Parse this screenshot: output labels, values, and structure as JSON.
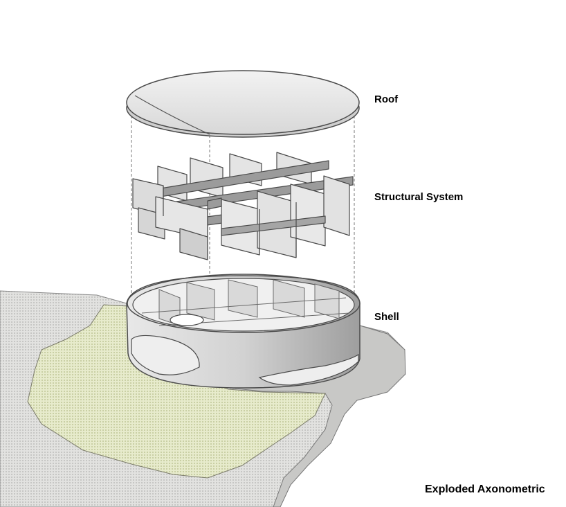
{
  "labels": {
    "roof": "Roof",
    "structural_system": "Structural System",
    "shell": "Shell",
    "title": "Exploded Axonometric"
  },
  "colors": {
    "ground": "#d9d9d7",
    "landscape": "#dfe4c3",
    "pavement": "#c7c7c5",
    "roof_fill": "#ececec",
    "panel_light": "#e2e2e2",
    "panel_dark": "#9a9a9a",
    "shell_outer": "#bdbdbd",
    "outline": "#4a4a4a"
  }
}
